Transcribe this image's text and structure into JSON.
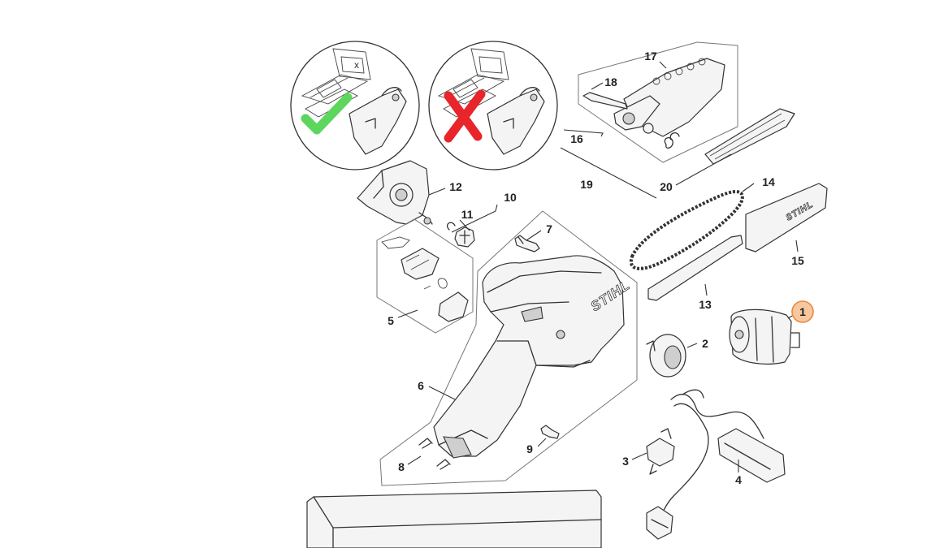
{
  "diagram": {
    "brand_text": "STIHL",
    "check_mark_color": "#5cd65c",
    "cross_mark_color": "#e8252a",
    "highlight_fill": "#f7c8a0",
    "highlight_stroke": "#e8893f",
    "part_labels": {
      "p1": "1",
      "p2": "2",
      "p3": "3",
      "p4": "4",
      "p5": "5",
      "p6": "6",
      "p7": "7",
      "p8": "8",
      "p9": "9",
      "p10": "10",
      "p11": "11",
      "p12": "12",
      "p13": "13",
      "p14": "14",
      "p15": "15",
      "p16": "16",
      "p17": "17",
      "p18": "18",
      "p19": "19",
      "p20": "20"
    }
  }
}
